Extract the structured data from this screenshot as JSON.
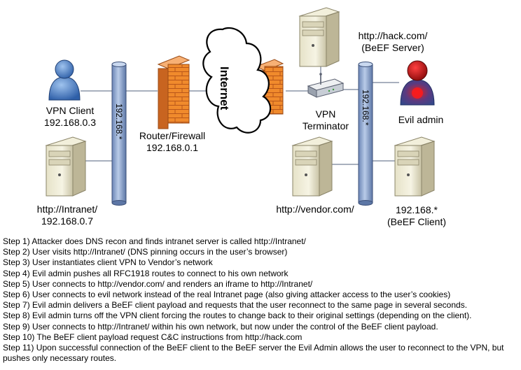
{
  "diagram": {
    "nodes": {
      "vpn_client": {
        "line1": "VPN Client",
        "line2": "192.168.0.3"
      },
      "intranet": {
        "line1": "http://Intranet/",
        "line2": "192.168.0.7"
      },
      "router": {
        "line1": "Router/Firewall",
        "line2": "192.168.0.1"
      },
      "internet": "Internet",
      "hack": {
        "line1": "http://hack.com/",
        "line2": "(BeEF Server)"
      },
      "vpn_terminator": {
        "line1": "VPN",
        "line2": "Terminator"
      },
      "evil_admin": "Evil admin",
      "vendor": "http://vendor.com/",
      "beef_client": {
        "line1": "192.168.*",
        "line2": "(BeEF Client)"
      }
    },
    "network_left": "192.168.*",
    "network_right": "192.168.*"
  },
  "steps": [
    "Step 1) Attacker does DNS recon and finds intranet server is called http://Intranet/",
    "Step 2) User visits http://Intranet/ (DNS pinning occurs in the user’s browser)",
    "Step 3) User instantiates client VPN to Vendor’s network",
    "Step 4) Evil admin pushes all RFC1918 routes to connect to his own network",
    "Step 5) User connects to http://vendor.com/ and renders an iframe to http://Intranet/",
    "Step 6) User connects to evil network instead of the real Intranet page (also giving attacker access to the user’s cookies)",
    "Step 7) Evil admin delivers a BeEF client payload and requests that the user reconnect to the same page in several seconds.",
    "Step 8) Evil admin turns off the VPN client forcing the routes to change back to their original settings (depending on the client).",
    "Step 9) User connects to http://Intranet/ within his own network, but now under the control of the BeEF client payload.",
    "Step 10) The BeEF client payload request C&C instructions from http://hack.com",
    "Step 11) Upon successful connection of the BeEF client to the BeEF server the Evil Admin allows the user to reconnect to the VPN, but pushes only necessary routes."
  ]
}
